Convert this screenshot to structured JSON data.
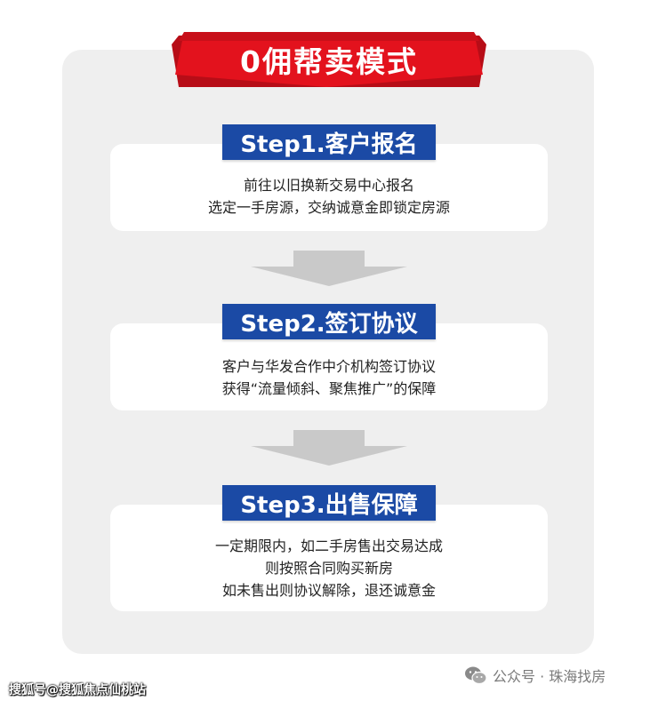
{
  "title": "0佣帮卖模式",
  "steps": [
    {
      "label": "Step1.客户报名",
      "lines": [
        "前往以旧换新交易中心报名",
        "选定一手房源，交纳诚意金即锁定房源"
      ]
    },
    {
      "label": "Step2.签订协议",
      "lines": [
        "客户与华发合作中介机构签订协议",
        "获得“流量倾斜、聚焦推广”的保障"
      ]
    },
    {
      "label": "Step3.出售保障",
      "lines": [
        "一定期限内，如二手房售出交易达成",
        "则按照合同购买新房",
        "如未售出则协议解除，退还诚意金"
      ]
    }
  ],
  "footer": {
    "watermark": "搜狐号@搜狐焦点仙桃站",
    "account": "公众号 · 珠海找房"
  },
  "colors": {
    "accent_red": "#e3121d",
    "step_blue": "#1b4aa5",
    "panel_gray": "#efefef"
  },
  "icons": {
    "arrow": "down-arrow-icon",
    "wechat": "wechat-icon"
  }
}
